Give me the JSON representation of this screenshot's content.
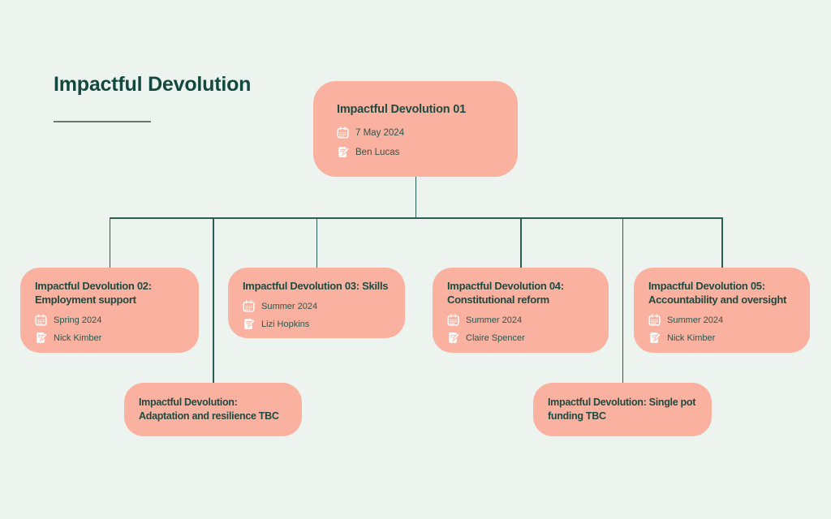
{
  "colors": {
    "background": "#edf4f0",
    "card": "#fab1a0",
    "heading": "#12483d",
    "card_text": "#1d4b42",
    "meta_text": "#2d564d",
    "connector": "#2d5c52",
    "underline": "#6e7672",
    "icon": "#ffffff"
  },
  "header": {
    "title": "Impactful Devolution"
  },
  "root": {
    "title": "Impactful Devolution 01",
    "date": "7 May 2024",
    "owner": "Ben Lucas",
    "date_icon": "calendar-icon",
    "owner_icon": "edit-note-icon"
  },
  "children": [
    {
      "title": "Impactful Devolution 02:\nEmployment support",
      "date": "Spring 2024",
      "owner": "Nick Kimber"
    },
    {
      "title": "Impactful Devolution 03: Skills",
      "date": "Summer 2024",
      "owner": "Lizi Hopkins"
    },
    {
      "title": "Impactful Devolution 04:\nConstitutional reform",
      "date": "Summer 2024",
      "owner": "Claire Spencer"
    },
    {
      "title": "Impactful Devolution 05:\nAccountability and oversight",
      "date": "Summer 2024",
      "owner": "Nick Kimber"
    }
  ],
  "sub_nodes": [
    {
      "title": "Impactful Devolution:\nAdaptation and resilience TBC"
    },
    {
      "title": "Impactful Devolution: Single pot\nfunding TBC"
    }
  ]
}
